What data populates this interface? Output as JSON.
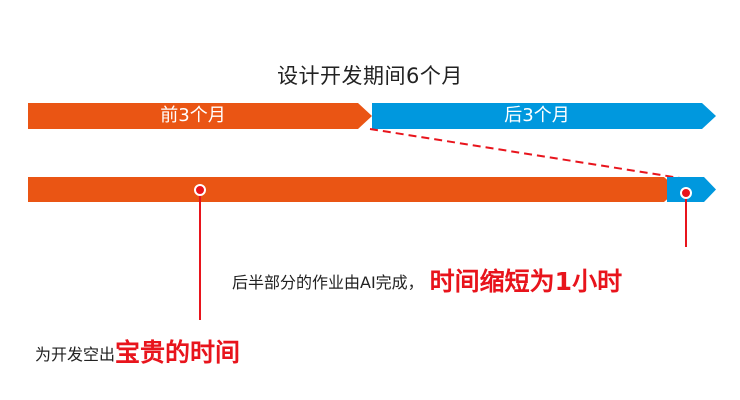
{
  "title": "设计开发期间6个月",
  "top_bar": {
    "first_label": "前3个月",
    "second_label": "后3个月"
  },
  "note_ai": {
    "prefix": "后半部分的作业由AI完成，",
    "highlight": "时间缩短为1小时"
  },
  "note_free": {
    "prefix": "为开发空出",
    "highlight": "宝贵的时间"
  },
  "colors": {
    "orange": "#ea5514",
    "blue": "#0098de",
    "red": "#e8141c"
  }
}
